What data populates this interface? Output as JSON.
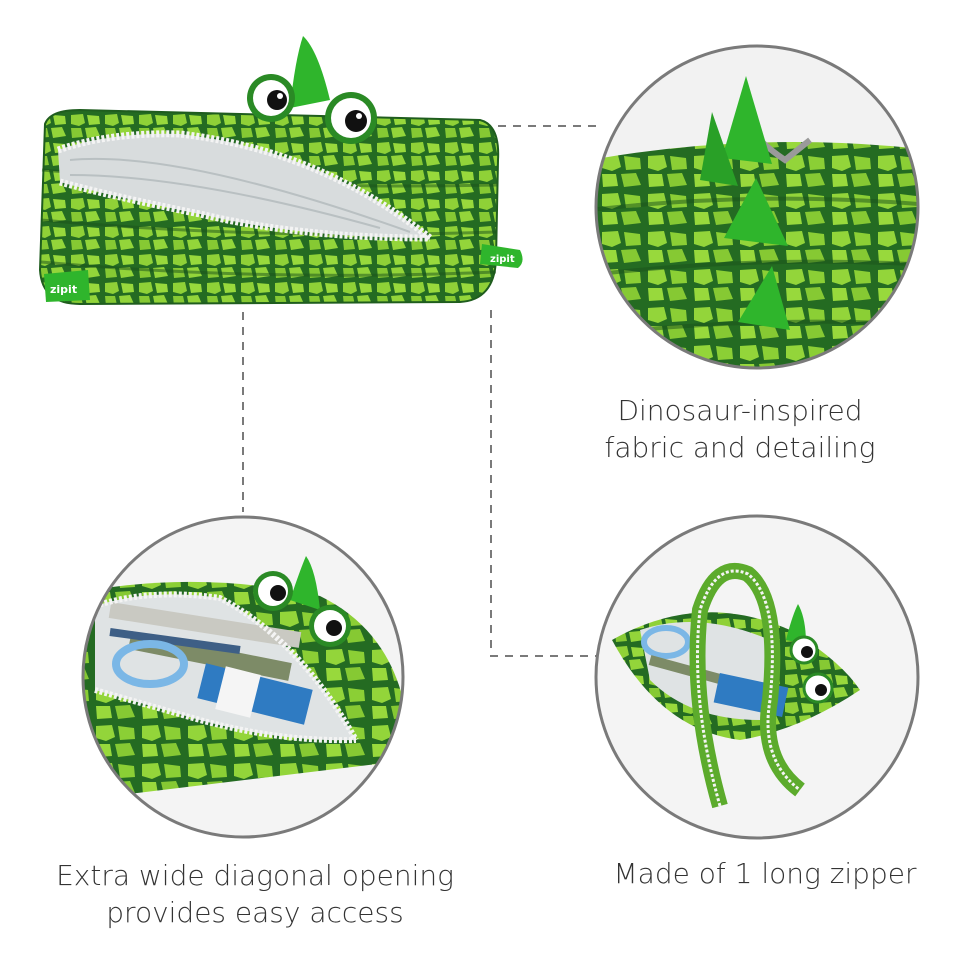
{
  "colors": {
    "fabric_light": "#8fd137",
    "fabric_dark": "#236b22",
    "spike_green": "#2fb52c",
    "circle_border": "#7a7a7a",
    "leader_line": "#7a7a7a",
    "zipper_white": "#f4f4f4",
    "caption_text": "#333333"
  },
  "brand": {
    "tag_text": "zipit"
  },
  "captions": {
    "fabric": {
      "line1": "Dinosaur-inspired",
      "line2": "fabric and detailing"
    },
    "opening": {
      "line1": "Extra wide diagonal opening",
      "line2": "provides easy access"
    },
    "zipper": {
      "line1": "Made of 1 long zipper"
    }
  }
}
